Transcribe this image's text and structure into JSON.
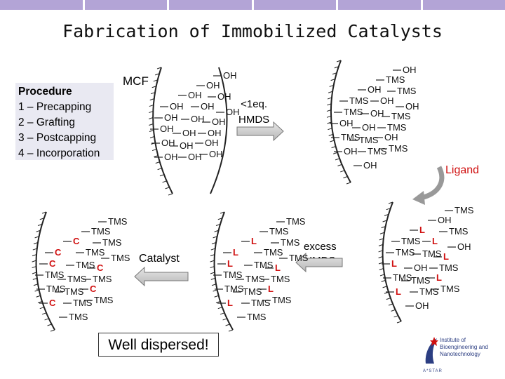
{
  "title": "Fabrication of Immobilized Catalysts",
  "colors": {
    "stripe": "#b3a4d6",
    "accent_red": "#d01010",
    "logo_blue": "#2c3e82"
  },
  "procedure": {
    "heading": "Procedure",
    "steps": [
      "1 – Precapping",
      "2 – Grafting",
      "3 – Postcapping",
      "4 – Incorporation"
    ]
  },
  "labels": {
    "mcf": "MCF",
    "hmds_line1": "<1eq.",
    "hmds_line2": "HMDS",
    "ligand": "Ligand",
    "catalyst": "Catalyst",
    "excess_line1": "excess",
    "excess_line2": "HMDS",
    "well_dispersed": "Well dispersed!"
  },
  "logo": {
    "lines": [
      "Institute of",
      "Bioengineering and",
      "Nanotechnology"
    ],
    "agency": "A*STAR"
  },
  "panels": {
    "mcf": [
      "OH",
      "OH",
      "OH",
      "OH",
      "OH",
      "OH",
      "OH",
      "OH",
      "OH",
      "OH",
      "OH",
      "OH",
      "OH",
      "OH",
      "OH",
      "OH",
      "OH",
      "OH",
      "OH"
    ],
    "precapped": [
      "OH",
      "TMS",
      "OH",
      "TMS",
      "TMS",
      "OH",
      "OH",
      "TMS",
      "OH",
      "TMS",
      "OH",
      "OH",
      "TMS",
      "TMS",
      "TMS",
      "OH",
      "OH",
      "TMS",
      "TMS",
      "OH"
    ],
    "ligand": [
      "TMS",
      "OH",
      "L",
      "TMS",
      "TMS",
      "L",
      "OH",
      "TMS",
      "TMS",
      "L",
      "L",
      "OH",
      "TMS",
      "TMS",
      "TMS",
      "L",
      "L",
      "TMS",
      "TMS",
      "OH"
    ],
    "postcapped": [
      "TMS",
      "TMS",
      "L",
      "TMS",
      "L",
      "TMS",
      "TMS",
      "L",
      "TMS",
      "L",
      "TMS",
      "TMS",
      "TMS",
      "TMS",
      "TMS",
      "L",
      "L",
      "TMS",
      "TMS",
      "TMS"
    ],
    "catalyst": [
      "TMS",
      "TMS",
      "C",
      "TMS",
      "C",
      "TMS",
      "TMS",
      "C",
      "TMS",
      "C",
      "TMS",
      "TMS",
      "TMS",
      "TMS",
      "TMS",
      "C",
      "C",
      "TMS",
      "TMS",
      "TMS"
    ]
  }
}
